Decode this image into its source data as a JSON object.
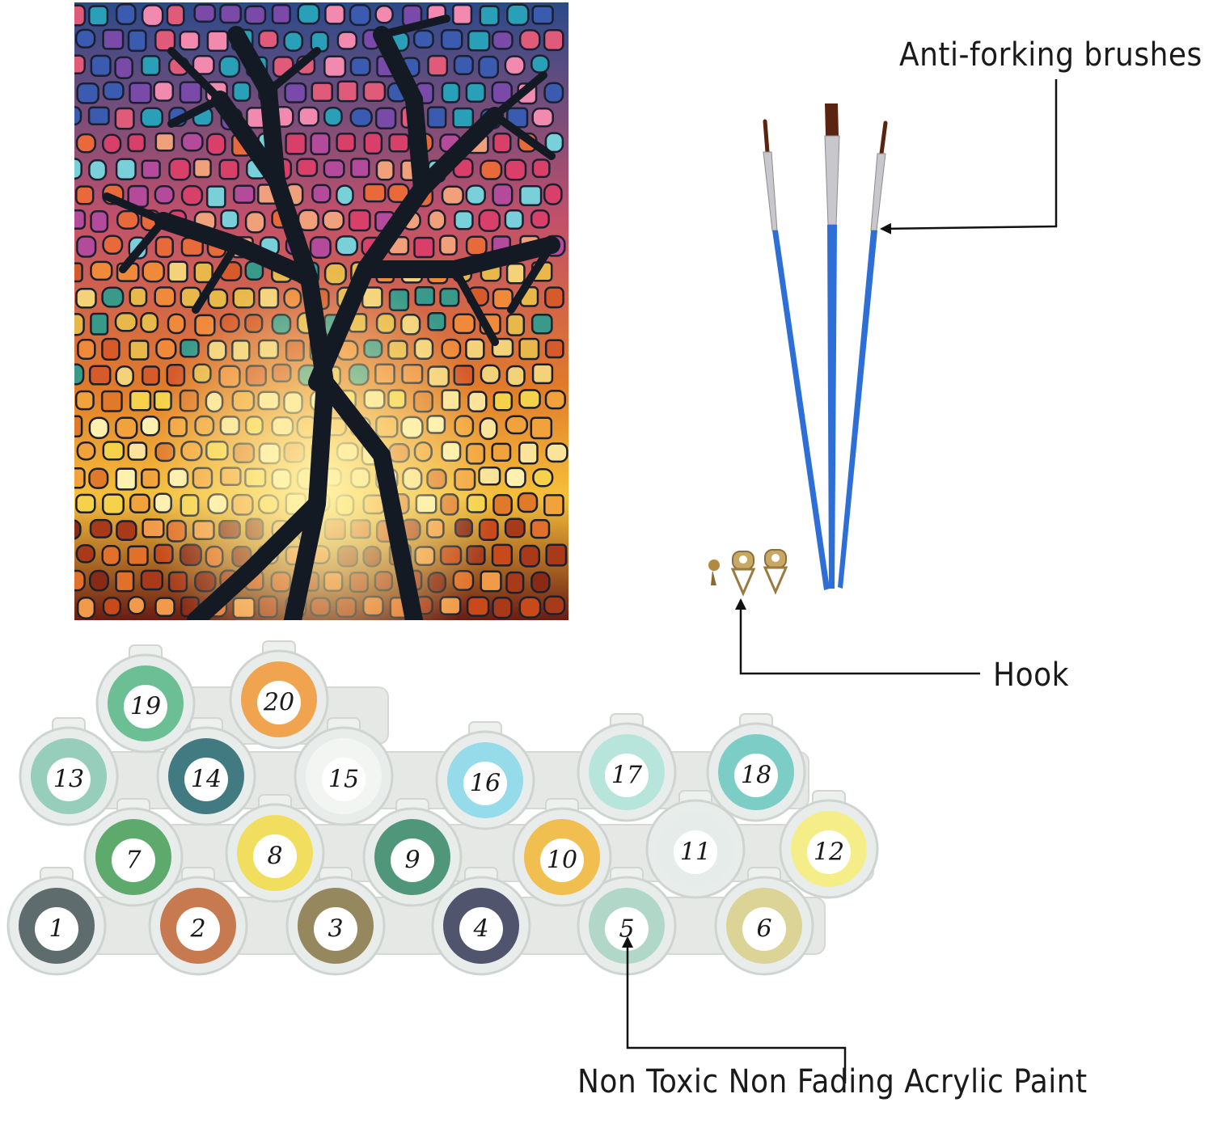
{
  "callouts": {
    "brushes": "Anti-forking brushes",
    "hook": "Hook",
    "paint": "Non Toxic Non Fading Acrylic Paint"
  },
  "paint_pots": [
    {
      "number": "1",
      "color": "#4a5a5c"
    },
    {
      "number": "2",
      "color": "#c26a3a"
    },
    {
      "number": "3",
      "color": "#8a7a4a"
    },
    {
      "number": "4",
      "color": "#3a3f5a"
    },
    {
      "number": "5",
      "color": "#a8d4c4"
    },
    {
      "number": "6",
      "color": "#d8d08a"
    },
    {
      "number": "7",
      "color": "#4aa05a"
    },
    {
      "number": "8",
      "color": "#f2dc4a"
    },
    {
      "number": "9",
      "color": "#3a8a6a"
    },
    {
      "number": "10",
      "color": "#f0b83a"
    },
    {
      "number": "11",
      "color": "#e4ece8"
    },
    {
      "number": "12",
      "color": "#f6ee7a"
    },
    {
      "number": "13",
      "color": "#8ac8b4"
    },
    {
      "number": "14",
      "color": "#2a6a72"
    },
    {
      "number": "15",
      "color": "#f4f6f2"
    },
    {
      "number": "16",
      "color": "#8ad8e8"
    },
    {
      "number": "17",
      "color": "#b0e4d8"
    },
    {
      "number": "18",
      "color": "#6cc8c0"
    },
    {
      "number": "19",
      "color": "#5ab888"
    },
    {
      "number": "20",
      "color": "#f09a3a"
    }
  ],
  "colors": {
    "brush_handle": "#2d6fd6",
    "text": "#1a1a1a"
  }
}
